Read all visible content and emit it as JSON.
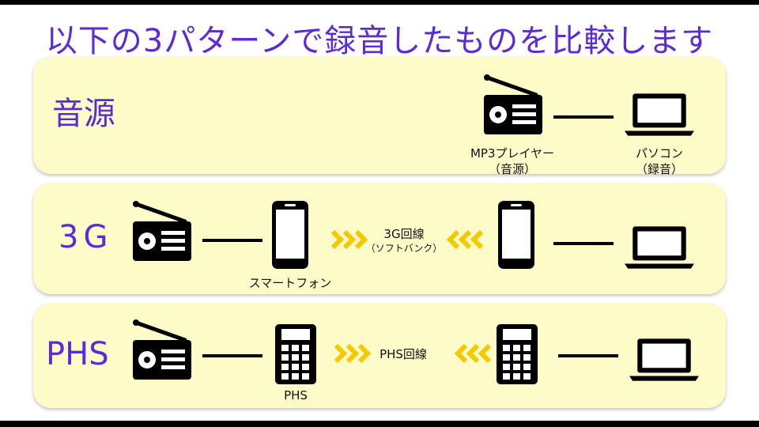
{
  "title": "以下の3パターンで録音したものを比較します",
  "rows": [
    {
      "label": "音源",
      "player_caption": "MP3プレイヤー",
      "player_sub": "（音源）",
      "pc_caption": "パソコン",
      "pc_sub": "（録音）"
    },
    {
      "label": "3G",
      "device_caption": "スマートフォン",
      "link_caption": "3G回線",
      "link_sub": "（ソフトバンク）"
    },
    {
      "label": "PHS",
      "device_caption": "PHS",
      "link_caption": "PHS回線"
    }
  ],
  "colors": {
    "accent": "#5b2bd6",
    "panel": "#fdfbc8",
    "chevron": "#f5c800"
  },
  "icons": [
    "radio-icon",
    "smartphone-icon",
    "phs-phone-icon",
    "laptop-icon",
    "chevron-right-icon",
    "chevron-left-icon"
  ]
}
